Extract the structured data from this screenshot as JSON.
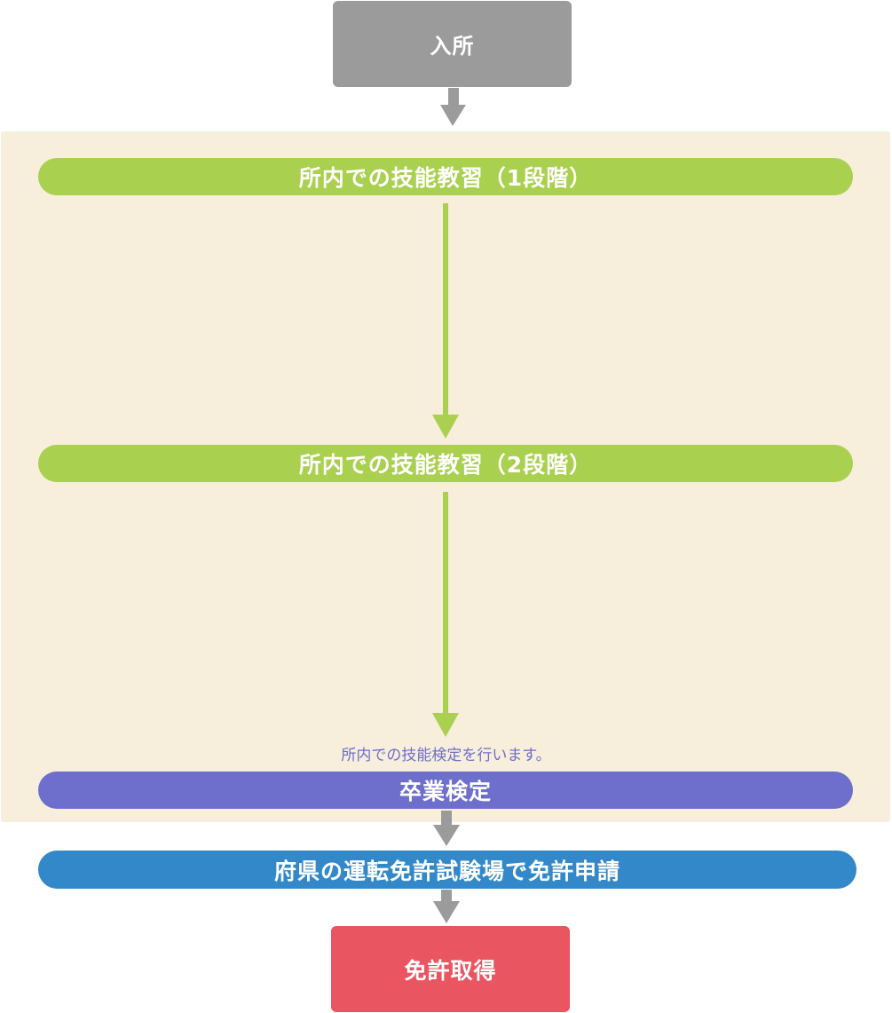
{
  "flow": {
    "start_label": "入所",
    "step1_label": "所内での技能教習（1段階）",
    "step2_label": "所内での技能教習（2段階）",
    "exam_note": "所内での技能検定を行います。",
    "exam_label": "卒業検定",
    "apply_label": "府県の運転免許試験場で免許申請",
    "end_label": "免許取得"
  },
  "colors": {
    "start": "#9b9b9b",
    "steps": "#a9d04e",
    "exam": "#6e6ecc",
    "apply": "#3288c9",
    "end": "#ea5562",
    "panel_background": "#f7eedb",
    "gray_arrow": "#9b9b9b"
  }
}
